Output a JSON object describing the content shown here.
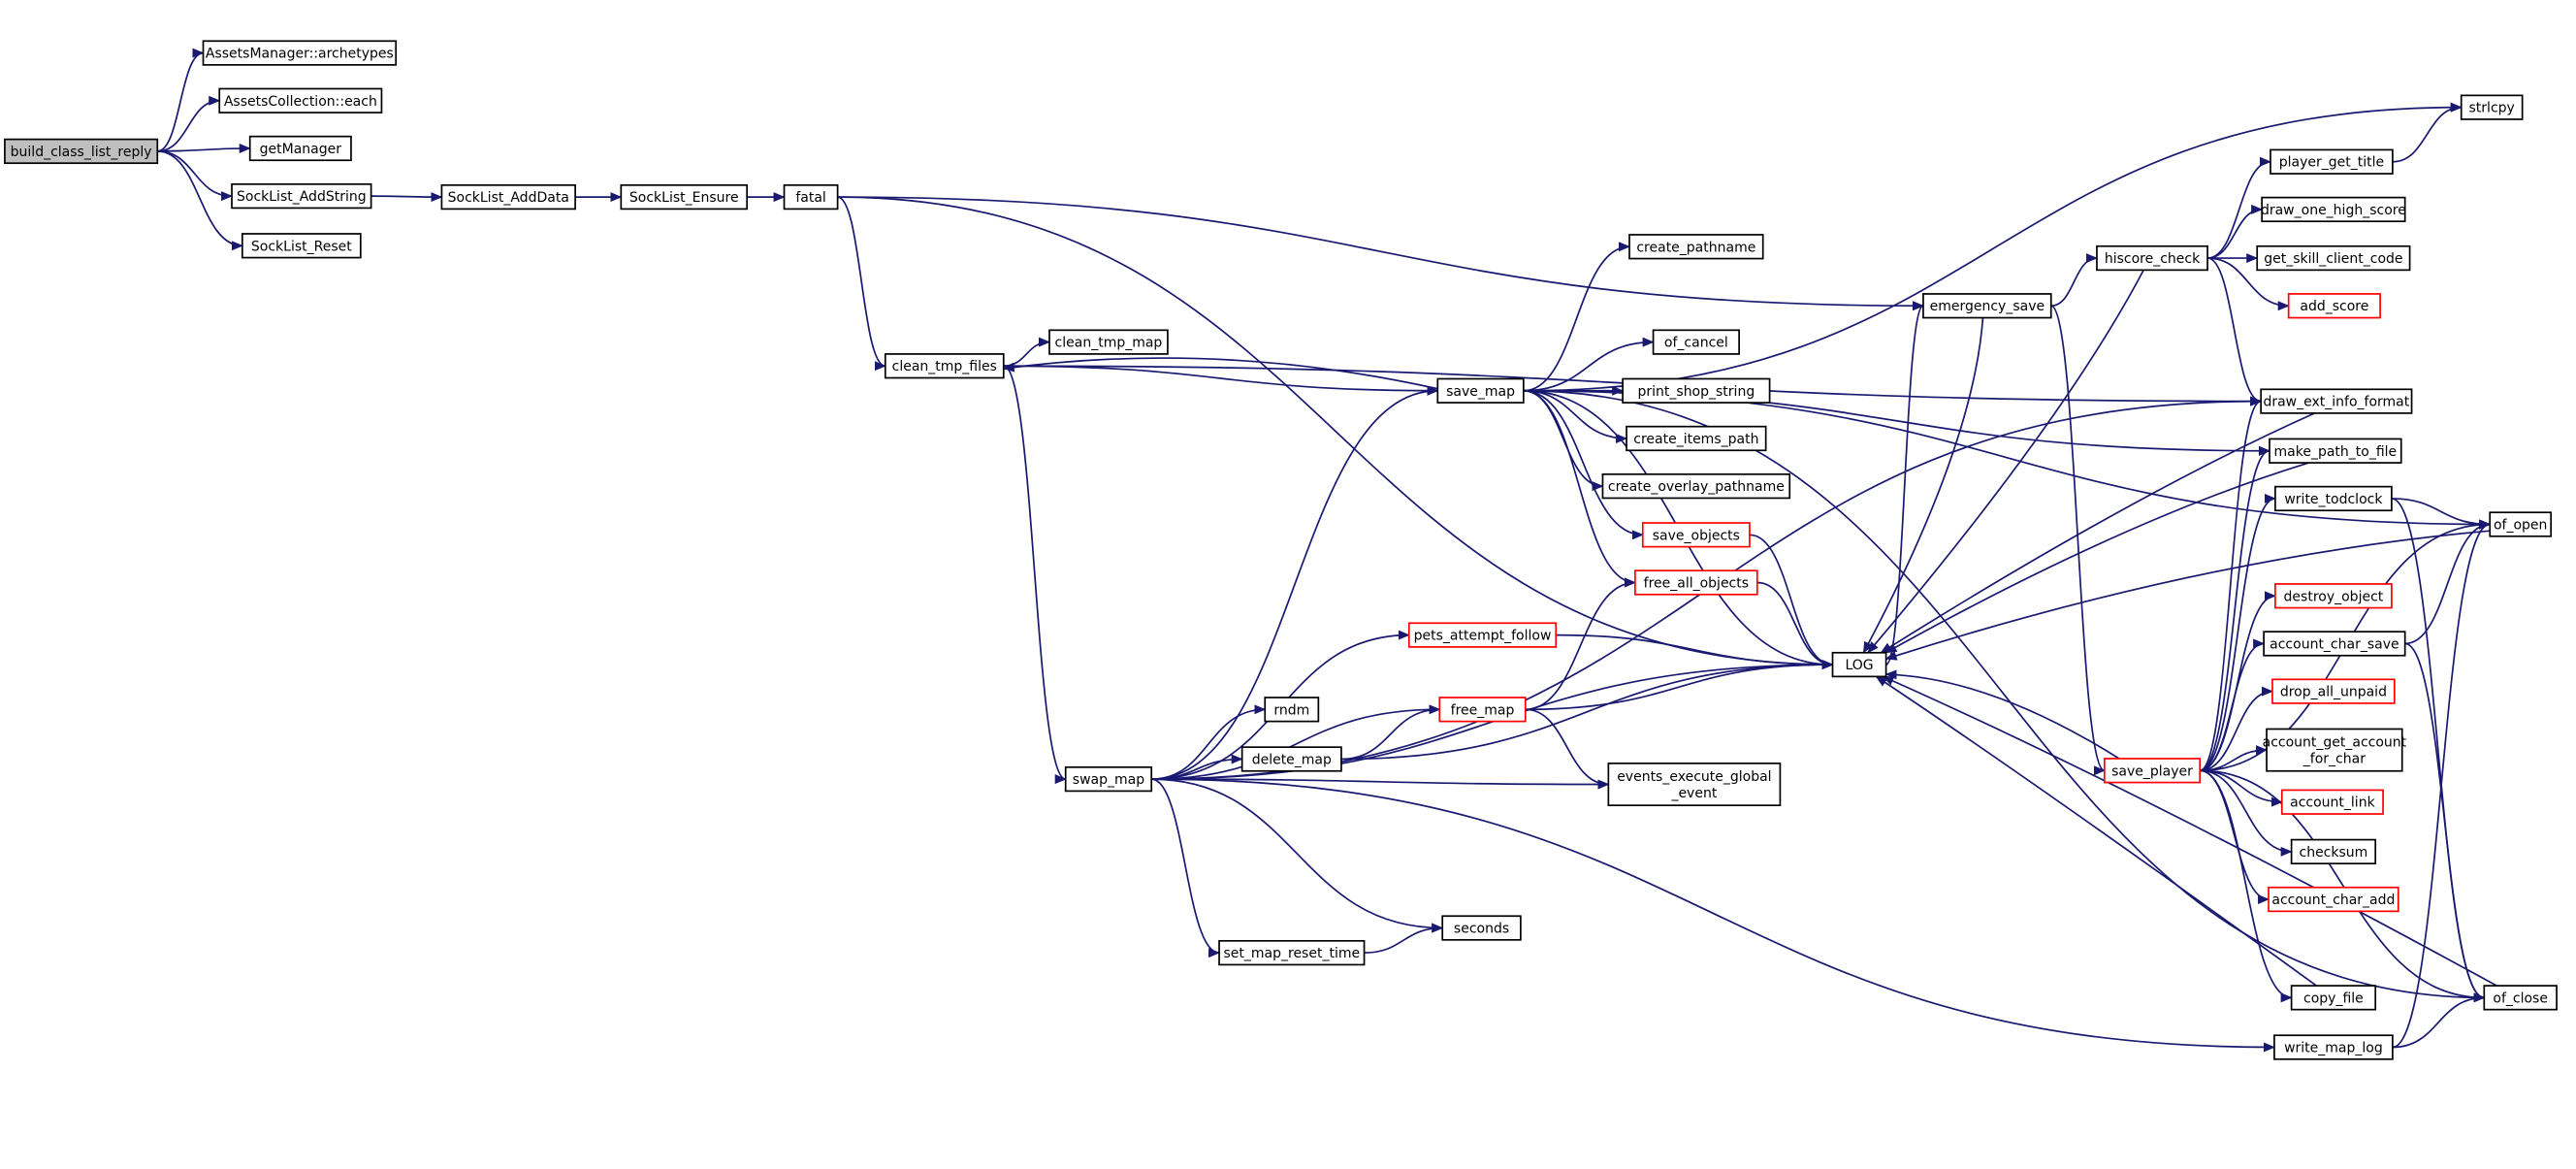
{
  "colors": {
    "edge": "#191970",
    "node_border": "#000000",
    "node_border_truncated": "#ff0000",
    "root_fill": "#bfbfbf",
    "node_fill": "#ffffff",
    "text": "#000000"
  },
  "nodes": [
    {
      "id": "build_class_list_reply",
      "label": "build_class_list_reply",
      "root": true
    },
    {
      "id": "archetypes",
      "label": "AssetsManager::archetypes"
    },
    {
      "id": "each",
      "label": "AssetsCollection::each"
    },
    {
      "id": "getManager",
      "label": "getManager"
    },
    {
      "id": "SockList_AddString",
      "label": "SockList_AddString"
    },
    {
      "id": "SockList_Reset",
      "label": "SockList_Reset"
    },
    {
      "id": "SockList_AddData",
      "label": "SockList_AddData"
    },
    {
      "id": "SockList_Ensure",
      "label": "SockList_Ensure"
    },
    {
      "id": "fatal",
      "label": "fatal"
    },
    {
      "id": "clean_tmp_files",
      "label": "clean_tmp_files"
    },
    {
      "id": "clean_tmp_map",
      "label": "clean_tmp_map"
    },
    {
      "id": "save_map",
      "label": "save_map"
    },
    {
      "id": "swap_map",
      "label": "swap_map"
    },
    {
      "id": "create_pathname",
      "label": "create_pathname"
    },
    {
      "id": "of_cancel",
      "label": "of_cancel"
    },
    {
      "id": "print_shop_string",
      "label": "print_shop_string"
    },
    {
      "id": "create_items_path",
      "label": "create_items_path"
    },
    {
      "id": "create_overlay_pathname",
      "label": "create_overlay_pathname"
    },
    {
      "id": "save_objects",
      "label": "save_objects",
      "truncated": true
    },
    {
      "id": "free_all_objects",
      "label": "free_all_objects",
      "truncated": true
    },
    {
      "id": "pets_attempt_follow",
      "label": "pets_attempt_follow",
      "truncated": true
    },
    {
      "id": "free_map",
      "label": "free_map",
      "truncated": true
    },
    {
      "id": "rndm",
      "label": "rndm"
    },
    {
      "id": "delete_map",
      "label": "delete_map"
    },
    {
      "id": "events_execute_global_event",
      "label": "events_execute_global\n_event"
    },
    {
      "id": "set_map_reset_time",
      "label": "set_map_reset_time"
    },
    {
      "id": "seconds",
      "label": "seconds"
    },
    {
      "id": "LOG",
      "label": "LOG"
    },
    {
      "id": "emergency_save",
      "label": "emergency_save"
    },
    {
      "id": "hiscore_check",
      "label": "hiscore_check"
    },
    {
      "id": "save_player",
      "label": "save_player",
      "truncated": true
    },
    {
      "id": "player_get_title",
      "label": "player_get_title"
    },
    {
      "id": "draw_one_high_score",
      "label": "draw_one_high_score"
    },
    {
      "id": "get_skill_client_code",
      "label": "get_skill_client_code"
    },
    {
      "id": "add_score",
      "label": "add_score",
      "truncated": true
    },
    {
      "id": "draw_ext_info_format",
      "label": "draw_ext_info_format"
    },
    {
      "id": "make_path_to_file",
      "label": "make_path_to_file"
    },
    {
      "id": "write_todclock",
      "label": "write_todclock"
    },
    {
      "id": "destroy_object",
      "label": "destroy_object",
      "truncated": true
    },
    {
      "id": "account_char_save",
      "label": "account_char_save"
    },
    {
      "id": "drop_all_unpaid",
      "label": "drop_all_unpaid",
      "truncated": true
    },
    {
      "id": "account_get_account_for_char",
      "label": "account_get_account\n_for_char"
    },
    {
      "id": "account_link",
      "label": "account_link",
      "truncated": true
    },
    {
      "id": "checksum",
      "label": "checksum"
    },
    {
      "id": "account_char_add",
      "label": "account_char_add",
      "truncated": true
    },
    {
      "id": "copy_file",
      "label": "copy_file"
    },
    {
      "id": "write_map_log",
      "label": "write_map_log"
    },
    {
      "id": "strlcpy",
      "label": "strlcpy"
    },
    {
      "id": "of_open",
      "label": "of_open"
    },
    {
      "id": "of_close",
      "label": "of_close"
    }
  ],
  "edges": [
    [
      "build_class_list_reply",
      "archetypes"
    ],
    [
      "build_class_list_reply",
      "each"
    ],
    [
      "build_class_list_reply",
      "getManager"
    ],
    [
      "build_class_list_reply",
      "SockList_AddString"
    ],
    [
      "build_class_list_reply",
      "SockList_Reset"
    ],
    [
      "SockList_AddString",
      "SockList_AddData"
    ],
    [
      "SockList_AddData",
      "SockList_Ensure"
    ],
    [
      "SockList_Ensure",
      "fatal"
    ],
    [
      "fatal",
      "clean_tmp_files"
    ],
    [
      "fatal",
      "emergency_save"
    ],
    [
      "fatal",
      "LOG"
    ],
    [
      "clean_tmp_files",
      "clean_tmp_map"
    ],
    [
      "clean_tmp_files",
      "save_map"
    ],
    [
      "clean_tmp_files",
      "swap_map"
    ],
    [
      "clean_tmp_files",
      "draw_ext_info_format"
    ],
    [
      "save_map",
      "create_pathname"
    ],
    [
      "save_map",
      "of_cancel"
    ],
    [
      "save_map",
      "print_shop_string"
    ],
    [
      "save_map",
      "create_items_path"
    ],
    [
      "save_map",
      "create_overlay_pathname"
    ],
    [
      "save_map",
      "save_objects"
    ],
    [
      "save_map",
      "free_all_objects"
    ],
    [
      "save_map",
      "LOG"
    ],
    [
      "save_map",
      "clean_tmp_files"
    ],
    [
      "save_map",
      "strlcpy"
    ],
    [
      "save_map",
      "of_open"
    ],
    [
      "save_map",
      "make_path_to_file"
    ],
    [
      "save_map",
      "of_close"
    ],
    [
      "swap_map",
      "save_map"
    ],
    [
      "swap_map",
      "pets_attempt_follow"
    ],
    [
      "swap_map",
      "free_map"
    ],
    [
      "swap_map",
      "rndm"
    ],
    [
      "swap_map",
      "delete_map"
    ],
    [
      "swap_map",
      "events_execute_global_event"
    ],
    [
      "swap_map",
      "LOG"
    ],
    [
      "swap_map",
      "seconds"
    ],
    [
      "swap_map",
      "set_map_reset_time"
    ],
    [
      "swap_map",
      "draw_ext_info_format"
    ],
    [
      "swap_map",
      "write_map_log"
    ],
    [
      "delete_map",
      "free_map"
    ],
    [
      "delete_map",
      "LOG"
    ],
    [
      "free_map",
      "free_all_objects"
    ],
    [
      "free_map",
      "LOG"
    ],
    [
      "free_map",
      "events_execute_global_event"
    ],
    [
      "save_objects",
      "LOG"
    ],
    [
      "free_all_objects",
      "LOG"
    ],
    [
      "pets_attempt_follow",
      "LOG"
    ],
    [
      "set_map_reset_time",
      "seconds"
    ],
    [
      "emergency_save",
      "hiscore_check"
    ],
    [
      "emergency_save",
      "LOG"
    ],
    [
      "emergency_save",
      "save_player"
    ],
    [
      "LOG",
      "emergency_save"
    ],
    [
      "hiscore_check",
      "player_get_title"
    ],
    [
      "hiscore_check",
      "draw_one_high_score"
    ],
    [
      "hiscore_check",
      "get_skill_client_code"
    ],
    [
      "hiscore_check",
      "add_score"
    ],
    [
      "hiscore_check",
      "draw_ext_info_format"
    ],
    [
      "hiscore_check",
      "LOG"
    ],
    [
      "player_get_title",
      "strlcpy"
    ],
    [
      "save_player",
      "draw_ext_info_format"
    ],
    [
      "save_player",
      "make_path_to_file"
    ],
    [
      "save_player",
      "write_todclock"
    ],
    [
      "save_player",
      "of_open"
    ],
    [
      "save_player",
      "destroy_object"
    ],
    [
      "save_player",
      "account_char_save"
    ],
    [
      "save_player",
      "drop_all_unpaid"
    ],
    [
      "save_player",
      "account_get_account_for_char"
    ],
    [
      "save_player",
      "account_link"
    ],
    [
      "save_player",
      "checksum"
    ],
    [
      "save_player",
      "account_char_add"
    ],
    [
      "save_player",
      "copy_file"
    ],
    [
      "save_player",
      "of_close"
    ],
    [
      "save_player",
      "LOG"
    ],
    [
      "write_todclock",
      "of_open"
    ],
    [
      "write_todclock",
      "of_close"
    ],
    [
      "account_char_save",
      "of_open"
    ],
    [
      "account_char_save",
      "of_close"
    ],
    [
      "copy_file",
      "LOG"
    ],
    [
      "write_map_log",
      "of_open"
    ],
    [
      "write_map_log",
      "of_close"
    ],
    [
      "make_path_to_file",
      "LOG"
    ],
    [
      "draw_ext_info_format",
      "LOG"
    ],
    [
      "of_close",
      "LOG"
    ],
    [
      "of_open",
      "LOG"
    ]
  ]
}
